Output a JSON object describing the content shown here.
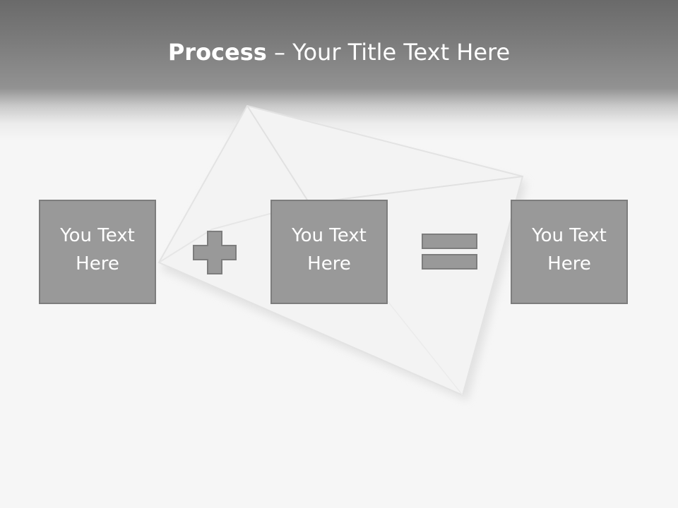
{
  "slide": {
    "title_bold": "Process",
    "title_rest": " – Your Title Text Here"
  },
  "process": {
    "boxes": [
      {
        "text": "You Text Here"
      },
      {
        "text": "You Text Here"
      },
      {
        "text": "You Text Here"
      }
    ],
    "operators": [
      "plus-icon",
      "equals-icon"
    ]
  },
  "colors": {
    "header_top": "#6a6a6a",
    "header_bottom": "#929292",
    "background": "#f6f6f6",
    "box_fill": "#999999",
    "box_border": "#7d7d7d",
    "text": "#ffffff"
  }
}
